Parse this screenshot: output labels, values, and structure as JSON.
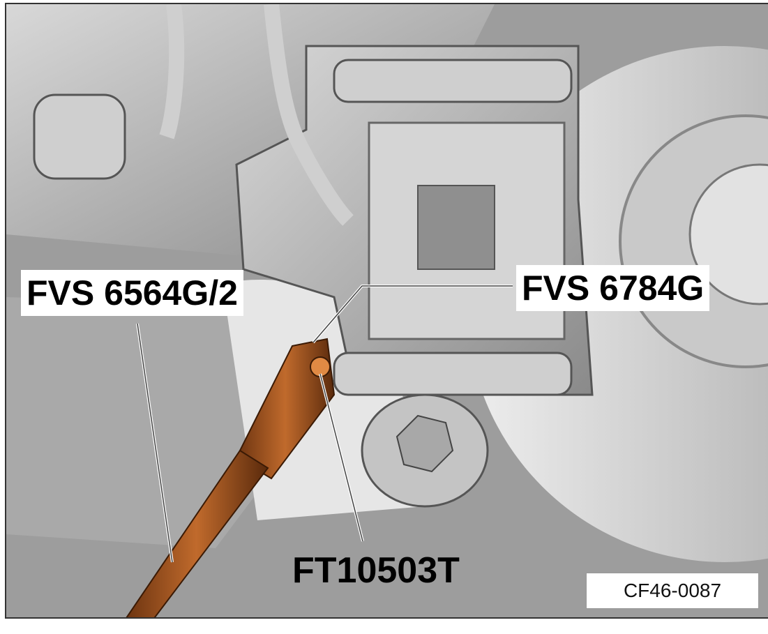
{
  "labels": {
    "tool_left": "FVS 6564G/2",
    "tool_right": "FVS 6784G",
    "tool_bottom": "FT10503T"
  },
  "figure_id": "CF46-0087",
  "colors": {
    "metal": "#bdbdbd",
    "tool": "#a0521c",
    "frame": "#333333"
  }
}
